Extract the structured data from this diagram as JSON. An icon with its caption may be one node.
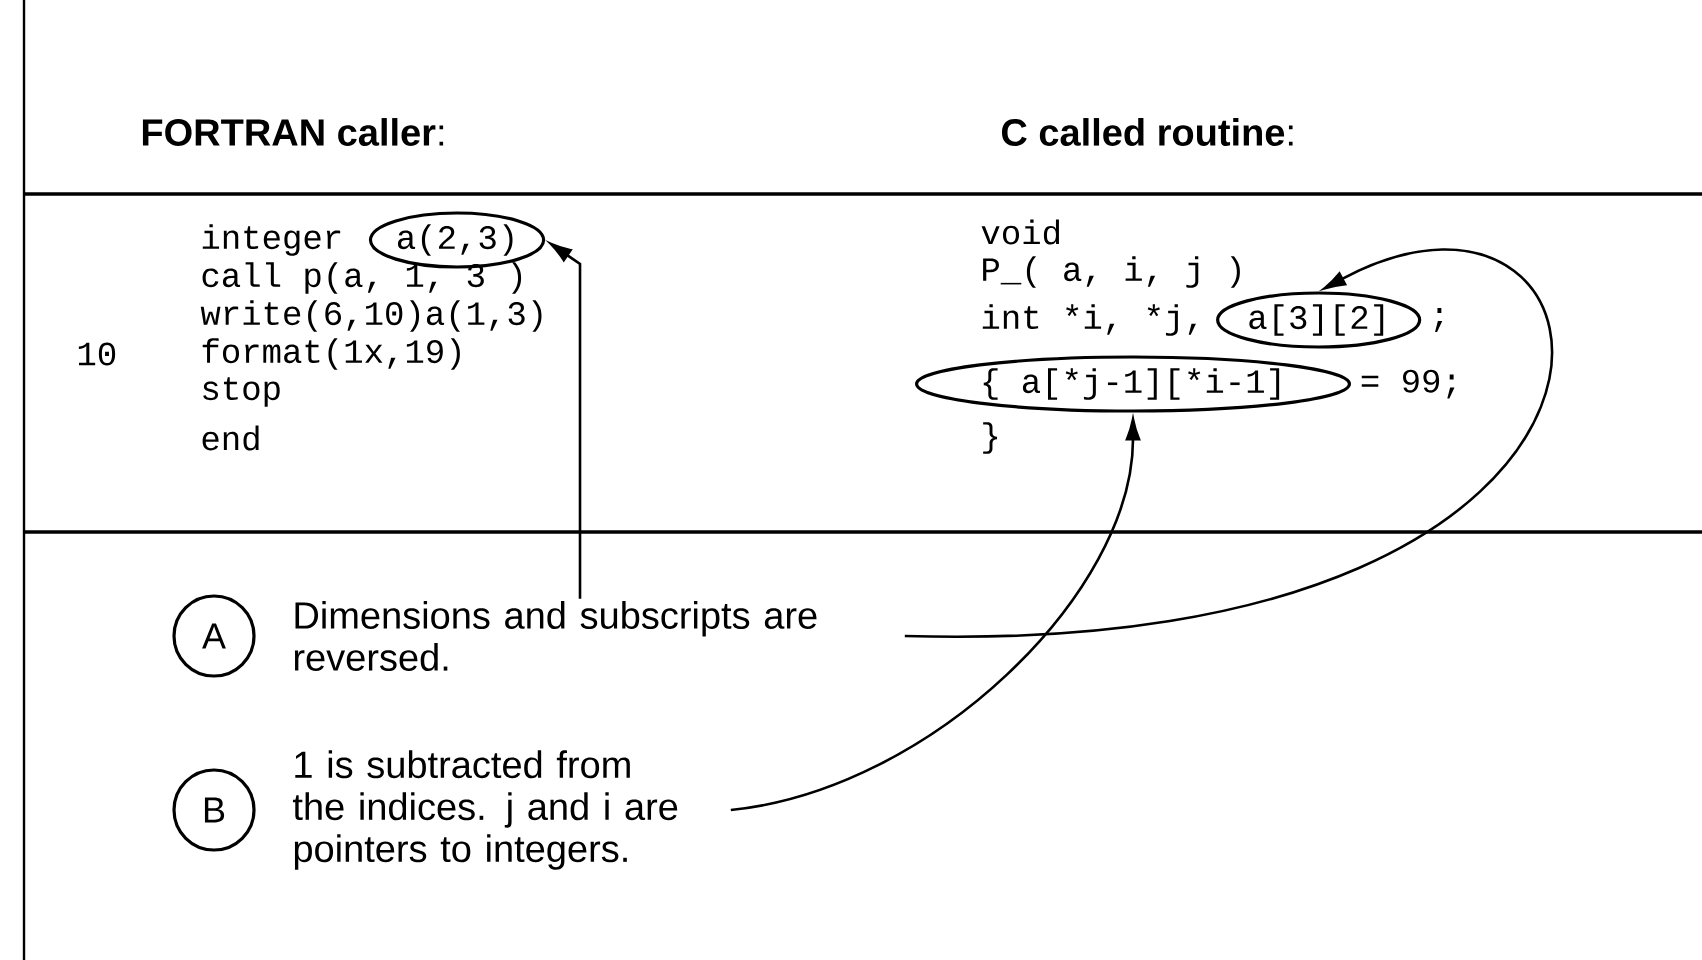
{
  "diagram": {
    "nodes": [
      {
        "text": [
          "a(2,3)"
        ]
      },
      {
        "text": [
          "a[3][2]"
        ]
      },
      {
        "text": [
          "{ a[*j-1][*i-1]"
        ]
      },
      {
        "text": [
          "A"
        ]
      },
      {
        "text": [
          "Dimensions and subscripts are reversed."
        ]
      },
      {
        "text": [
          "B"
        ]
      },
      {
        "text": [
          "1 is subtracted from the indices. j and i are pointers to integers."
        ]
      }
    ],
    "edges": [
      {
        "from": 4,
        "to": 0,
        "arrow": "to"
      },
      {
        "from": 4,
        "to": 1,
        "arrow": "to"
      },
      {
        "from": 6,
        "to": 2,
        "arrow": "to"
      }
    ],
    "labels": [
      "**FORTRAN caller**:",
      "**C called routine**:",
      "integer",
      "void",
      "call p(a, 1, 3 )",
      "P_( a, i, j )",
      "write(6,10)a(1,3)",
      "int *i, *j,",
      ";",
      "10",
      "format(1x,19)",
      "stop",
      "= 99;",
      "end",
      "}"
    ]
  }
}
